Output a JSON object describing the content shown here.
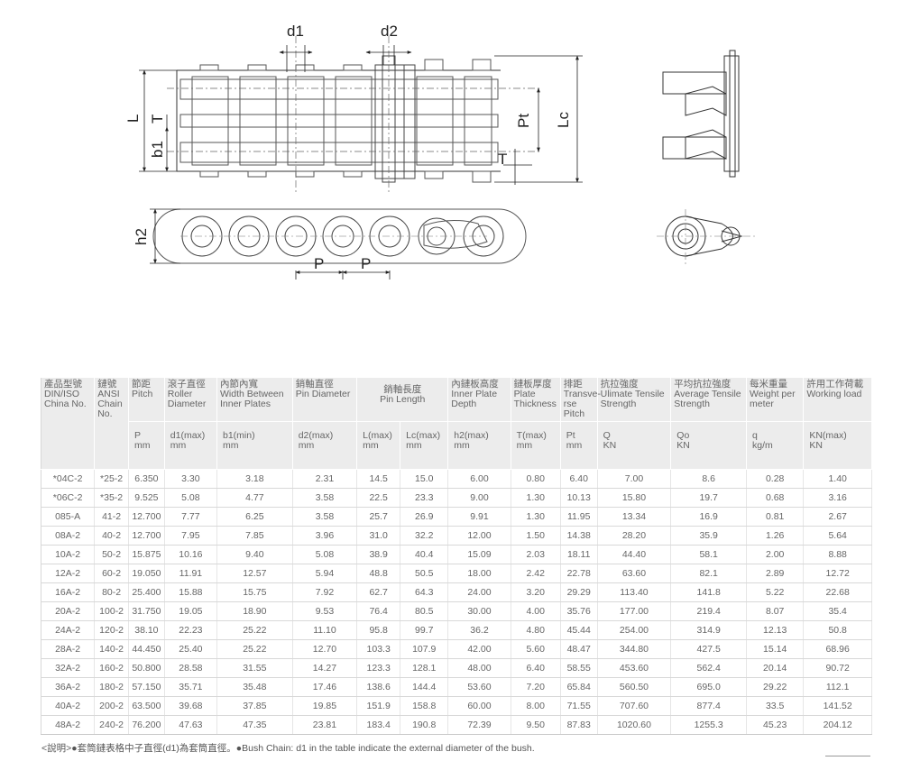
{
  "drawing": {
    "labels": {
      "d1": "d1",
      "d2": "d2",
      "L": "L",
      "T": "T",
      "b1": "b1",
      "Pt": "Pt",
      "Lc": "Lc",
      "T2": "T",
      "h2": "h2",
      "P1": "P",
      "P2": "P"
    }
  },
  "table": {
    "headers": [
      {
        "zh": "產品型號",
        "en": "DIN/ISO",
        "en2": "China No.",
        "en3": ""
      },
      {
        "zh": "鏈號",
        "en": "ANSI",
        "en2": "Chain",
        "en3": "No."
      },
      {
        "zh": "節距",
        "en": "Pitch",
        "en2": "",
        "en3": ""
      },
      {
        "zh": "滾子直徑",
        "en": "Roller",
        "en2": "Diameter",
        "en3": ""
      },
      {
        "zh": "內節內寬",
        "en": "Width Between",
        "en2": "Inner Plates",
        "en3": ""
      },
      {
        "zh": "銷軸直徑",
        "en": "Pin Diameter",
        "en2": "",
        "en3": ""
      },
      {
        "zh": "銷軸長度",
        "en": "Pin Length",
        "en2": "",
        "en3": ""
      },
      {
        "zh": "內鏈板高度",
        "en": "Inner Plate",
        "en2": "Depth",
        "en3": ""
      },
      {
        "zh": "鏈板厚度",
        "en": "Plate",
        "en2": "Thickness",
        "en3": ""
      },
      {
        "zh": "排距",
        "en": "Transve-",
        "en2": "rse Pitch",
        "en3": ""
      },
      {
        "zh": "抗拉強度",
        "en": "Ulimate Tensile",
        "en2": "Strength",
        "en3": ""
      },
      {
        "zh": "平均抗拉強度",
        "en": "Average Tensile",
        "en2": "Strength",
        "en3": ""
      },
      {
        "zh": "每米重量",
        "en": "Weight per",
        "en2": "meter",
        "en3": ""
      },
      {
        "zh": "許用工作荷載",
        "en": "Working load",
        "en2": "",
        "en3": ""
      }
    ],
    "units": [
      {
        "a": "P",
        "b": "mm"
      },
      {
        "a": "d1(max)",
        "b": "mm"
      },
      {
        "a": "b1(min)",
        "b": "mm"
      },
      {
        "a": "d2(max)",
        "b": "mm"
      },
      {
        "a": "L(max)",
        "b": "mm"
      },
      {
        "a": "Lc(max)",
        "b": "mm"
      },
      {
        "a": "h2(max)",
        "b": "mm"
      },
      {
        "a": "T(max)",
        "b": "mm"
      },
      {
        "a": "Pt",
        "b": "mm"
      },
      {
        "a": "Q",
        "b": "KN"
      },
      {
        "a": "Qo",
        "b": "KN"
      },
      {
        "a": "q",
        "b": "kg/m"
      },
      {
        "a": "KN(max)",
        "b": "KN"
      }
    ],
    "rows": [
      [
        "*04C-2",
        "*25-2",
        "6.350",
        "3.30",
        "3.18",
        "2.31",
        "14.5",
        "15.0",
        "6.00",
        "0.80",
        "6.40",
        "7.00",
        "8.6",
        "0.28",
        "1.40"
      ],
      [
        "*06C-2",
        "*35-2",
        "9.525",
        "5.08",
        "4.77",
        "3.58",
        "22.5",
        "23.3",
        "9.00",
        "1.30",
        "10.13",
        "15.80",
        "19.7",
        "0.68",
        "3.16"
      ],
      [
        "085-A",
        "41-2",
        "12.700",
        "7.77",
        "6.25",
        "3.58",
        "25.7",
        "26.9",
        "9.91",
        "1.30",
        "11.95",
        "13.34",
        "16.9",
        "0.81",
        "2.67"
      ],
      [
        "08A-2",
        "40-2",
        "12.700",
        "7.95",
        "7.85",
        "3.96",
        "31.0",
        "32.2",
        "12.00",
        "1.50",
        "14.38",
        "28.20",
        "35.9",
        "1.26",
        "5.64"
      ],
      [
        "10A-2",
        "50-2",
        "15.875",
        "10.16",
        "9.40",
        "5.08",
        "38.9",
        "40.4",
        "15.09",
        "2.03",
        "18.11",
        "44.40",
        "58.1",
        "2.00",
        "8.88"
      ],
      [
        "12A-2",
        "60-2",
        "19.050",
        "11.91",
        "12.57",
        "5.94",
        "48.8",
        "50.5",
        "18.00",
        "2.42",
        "22.78",
        "63.60",
        "82.1",
        "2.89",
        "12.72"
      ],
      [
        "16A-2",
        "80-2",
        "25.400",
        "15.88",
        "15.75",
        "7.92",
        "62.7",
        "64.3",
        "24.00",
        "3.20",
        "29.29",
        "113.40",
        "141.8",
        "5.22",
        "22.68"
      ],
      [
        "20A-2",
        "100-2",
        "31.750",
        "19.05",
        "18.90",
        "9.53",
        "76.4",
        "80.5",
        "30.00",
        "4.00",
        "35.76",
        "177.00",
        "219.4",
        "8.07",
        "35.4"
      ],
      [
        "24A-2",
        "120-2",
        "38.10",
        "22.23",
        "25.22",
        "11.10",
        "95.8",
        "99.7",
        "36.2",
        "4.80",
        "45.44",
        "254.00",
        "314.9",
        "12.13",
        "50.8"
      ],
      [
        "28A-2",
        "140-2",
        "44.450",
        "25.40",
        "25.22",
        "12.70",
        "103.3",
        "107.9",
        "42.00",
        "5.60",
        "48.47",
        "344.80",
        "427.5",
        "15.14",
        "68.96"
      ],
      [
        "32A-2",
        "160-2",
        "50.800",
        "28.58",
        "31.55",
        "14.27",
        "123.3",
        "128.1",
        "48.00",
        "6.40",
        "58.55",
        "453.60",
        "562.4",
        "20.14",
        "90.72"
      ],
      [
        "36A-2",
        "180-2",
        "57.150",
        "35.71",
        "35.48",
        "17.46",
        "138.6",
        "144.4",
        "53.60",
        "7.20",
        "65.84",
        "560.50",
        "695.0",
        "29.22",
        "112.1"
      ],
      [
        "40A-2",
        "200-2",
        "63.500",
        "39.68",
        "37.85",
        "19.85",
        "151.9",
        "158.8",
        "60.00",
        "8.00",
        "71.55",
        "707.60",
        "877.4",
        "33.5",
        "141.52"
      ],
      [
        "48A-2",
        "240-2",
        "76.200",
        "47.63",
        "47.35",
        "23.81",
        "183.4",
        "190.8",
        "72.39",
        "9.50",
        "87.83",
        "1020.60",
        "1255.3",
        "45.23",
        "204.12"
      ]
    ]
  },
  "footnote": "<說明>●套筒鏈表格中子直徑(d1)為套筒直徑。●Bush Chain: d1 in the table indicate the external diameter of the bush."
}
